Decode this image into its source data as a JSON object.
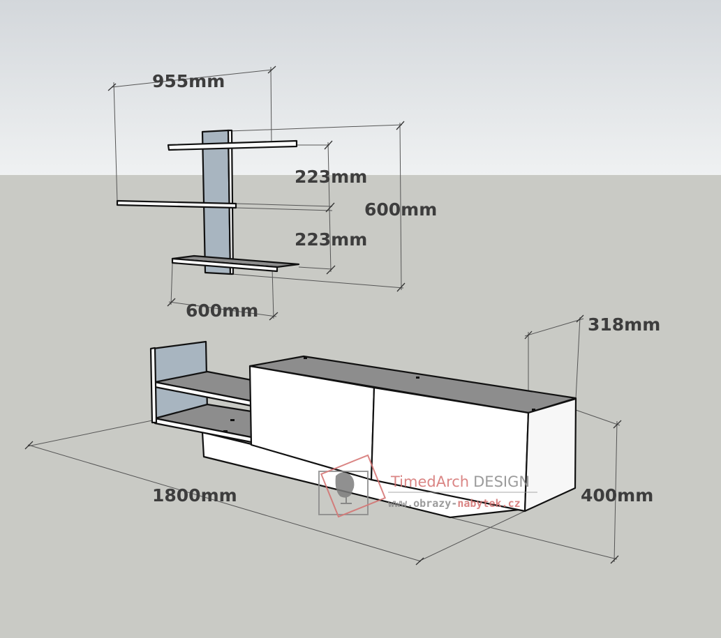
{
  "colors": {
    "sky_top": "#d3d7db",
    "sky_bottom": "#eff1f2",
    "ground": "#c9cac5",
    "panel_blue": "#a8b5c0",
    "shelf_top": "#8d8d8d",
    "white": "#ffffff",
    "label": "#3d3d3d",
    "watermark_red": "#d4706f",
    "watermark_grey": "#8a8a8a"
  },
  "dimensions": {
    "wall_shelf_width": "955mm",
    "shelf_spacing_upper": "223mm",
    "shelf_spacing_lower": "223mm",
    "wall_unit_height": "600mm",
    "bottom_shelf_width": "600mm",
    "cabinet_depth": "318mm",
    "cabinet_length": "1800mm",
    "cabinet_height": "400mm"
  },
  "watermark": {
    "brand_part1": "TimedArch",
    "brand_part2": "DESIGN",
    "url_part1": "www.obrazy-",
    "url_part2": "nabytek.cz"
  }
}
